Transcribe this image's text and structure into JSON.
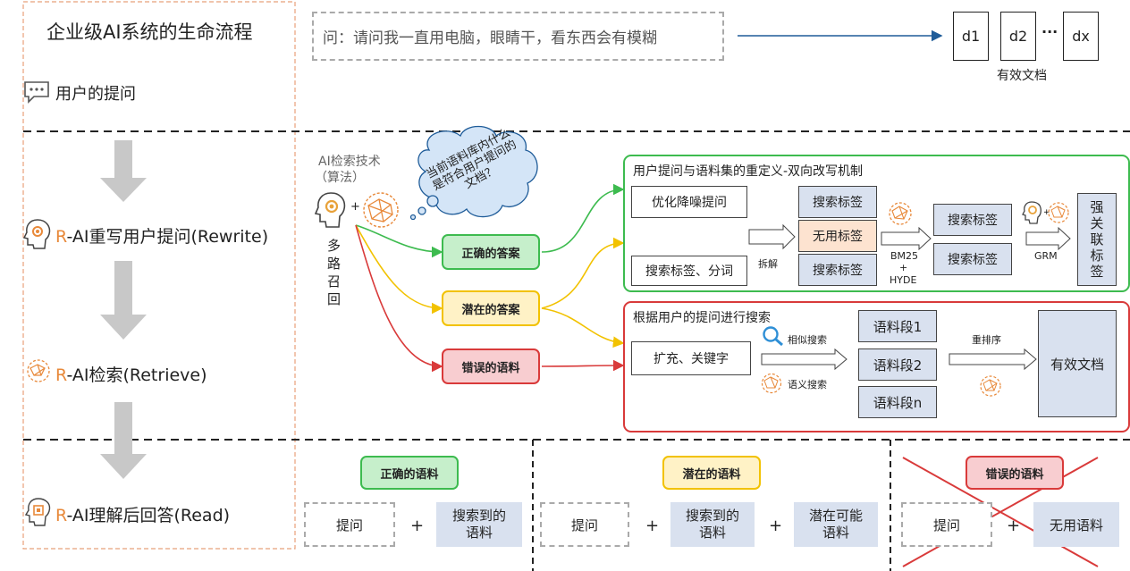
{
  "left": {
    "title": "企业级AI系统的生命流程",
    "user_question": "用户的提问",
    "rewrite_prefix": "R",
    "rewrite": "-AI重写用户提问(Rewrite)",
    "retrieve_prefix": "R",
    "retrieve": "-AI检索(Retrieve)",
    "read_prefix": "R",
    "read": "-AI理解后回答(Read)"
  },
  "query": {
    "text": "问：请问我一直用电脑，眼睛干，看东西会有模糊",
    "docs": [
      "d1",
      "d2",
      "dx"
    ],
    "ellipsis": "···",
    "docs_label": "有效文档"
  },
  "retrieval": {
    "ai_tech_line1": "AI检索技术",
    "ai_tech_line2": "（算法）",
    "plus": "+",
    "bubble": "当前语料库内什么是符合用户提问的文档？",
    "multi_recall": [
      "多",
      "路",
      "召",
      "回"
    ],
    "answers": {
      "correct": "正确的答案",
      "potential": "潜在的答案",
      "wrong": "错误的语料"
    },
    "colors": {
      "green": "#3dbb4f",
      "yellow": "#f2c200",
      "red": "#d93a3a",
      "blue": "#1f5c99"
    }
  },
  "rewrite_panel": {
    "title": "用户提问与语料集的重定义-双向改写机制",
    "optimize": "优化降噪提问",
    "tags_split": "搜索标签、分词",
    "split_label": "拆解",
    "tag_top": "搜索标签",
    "tag_useless": "无用标签",
    "tag_bottom": "搜索标签",
    "bm25": "BM25",
    "plus": "+",
    "hyde": "HYDE",
    "tag_r1": "搜索标签",
    "tag_r2": "搜索标签",
    "grm": "GRM",
    "strong": [
      "强",
      "关",
      "联",
      "标",
      "签"
    ]
  },
  "search_panel": {
    "title": "根据用户的提问进行搜索",
    "expand": "扩充、关键字",
    "similar": "相似搜索",
    "semantic": "语义搜索",
    "seg1": "语料段1",
    "seg2": "语料段2",
    "segn": "语料段n",
    "rerank": "重排序",
    "valid": "有效文档"
  },
  "bottom": {
    "correct": {
      "label": "正确的语料",
      "q": "提问",
      "plus": "+",
      "b": "搜索到的\n语料"
    },
    "potential": {
      "label": "潜在的语料",
      "q": "提问",
      "plus": "+",
      "b": "搜索到的\n语料",
      "plus2": "+",
      "c": "潜在可能\n语料"
    },
    "wrong": {
      "label": "错误的语料",
      "q": "提问",
      "plus": "+",
      "b": "无用语料"
    }
  }
}
